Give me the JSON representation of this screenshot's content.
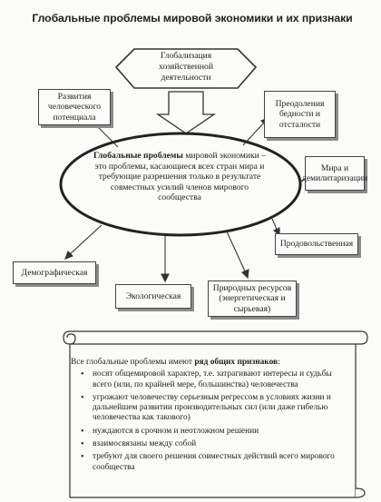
{
  "title": "Глобальные проблемы мировой экономики и их признаки",
  "hexagon": {
    "line1": "Глобализация",
    "line2": "хозяйственной",
    "line3": "деятельности"
  },
  "center": {
    "bold_part": "Глобальные проблемы",
    "rest_part": " мировой экономики – это проблемы, касающиеся всех стран мира и требующие разрешения только в результате совместных усилий членов мирового сообщества"
  },
  "boxes": {
    "human": "Развития человеческого потенциала",
    "poverty": "Преодоления бедности и отсталости",
    "peace": "Мира и демилитаризации",
    "food": "Продовольственная",
    "demographic": "Демографическая",
    "ecological": "Экологическая",
    "resources": "Природных ресурсов (энергетическая и сырьевая)"
  },
  "scroll": {
    "intro_prefix": "Все глобальные проблемы имеют ",
    "intro_bold": "ряд общих признаков",
    "intro_suffix": ":",
    "items": [
      "носят общемировой характер, т.е. затрагивают интересы и судьбы всего (или, по крайней мере, большинства) человечества",
      "угрожают человечеству серьезным регрессом в условиях жизни и дальнейшем развитии производительных сил (или даже гибелью человечества как такового)",
      "нуждаются в срочном и неотложном решении",
      "взаимосвязаны между собой",
      "требуют для своего решения совместных действий всего мирового сообщества"
    ]
  }
}
